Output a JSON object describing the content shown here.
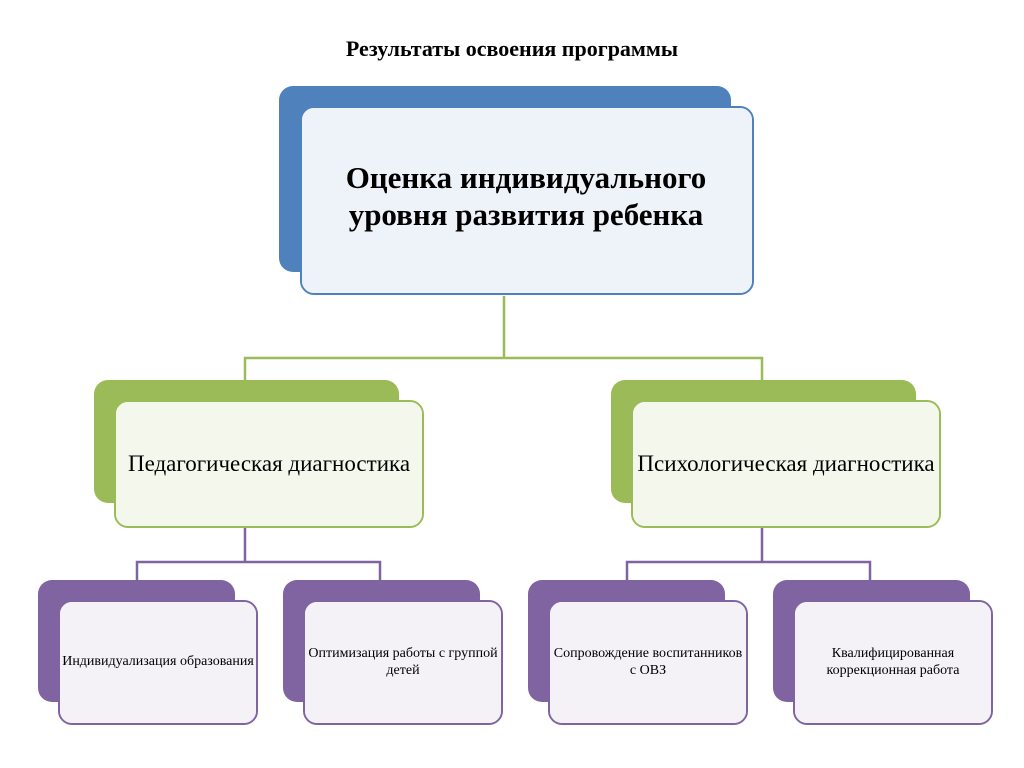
{
  "title": "Результаты освоения программы",
  "colors": {
    "top_back": "#4f81bd",
    "top_border": "#4f81bd",
    "top_fill": "#eef2f9",
    "level2_back": "#9bbb59",
    "level2_border": "#9bbb59",
    "level2_fill": "#f3f7ec",
    "level3_back": "#8064a2",
    "level3_border": "#8064a2",
    "level3_fill": "#f4f1f7",
    "connector_top": "#9bbb59",
    "connector_bottom": "#8064a2"
  },
  "root": {
    "label": "Оценка индивидуального уровня развития ребенка"
  },
  "level2": [
    {
      "label": "Педагогическая диагностика"
    },
    {
      "label": "Психологическая диагностика"
    }
  ],
  "level3": [
    {
      "label": "Индивидуализация образования"
    },
    {
      "label": "Оптимизация работы с группой детей"
    },
    {
      "label": "Сопровождение воспитанников с ОВЗ"
    },
    {
      "label": "Квалифицированная коррекционная работа"
    }
  ]
}
